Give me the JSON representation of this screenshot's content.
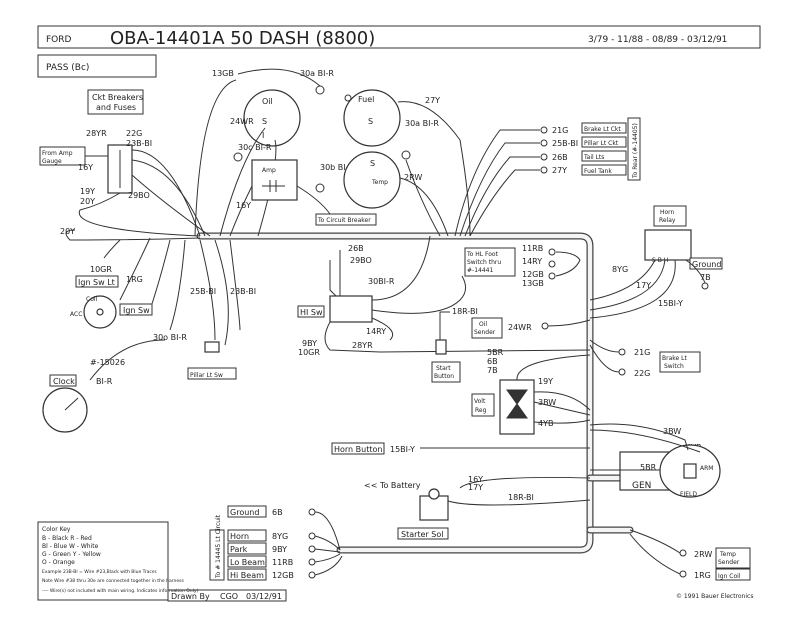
{
  "header": {
    "make": "FORD",
    "title": "OBA-14401A  50 DASH  (8800)",
    "dates": "3/79 - 11/88 - 08/89 - 03/12/91",
    "subtitle": "PASS (Bc)"
  },
  "labels": {
    "cb_line1": "Ckt Breakers",
    "cb_line2": "and Fuses",
    "amp_gauge_line1": "From Amp",
    "amp_gauge_line2": "Gauge",
    "ign_sw_lt": "Ign Sw Lt",
    "ign_sw": "Ign Sw",
    "coil": "Coil",
    "acc": "ACC",
    "clock": "Clock",
    "part_15026": "#-15026",
    "pillar_sw": "Pillar Lt Sw",
    "oil": "Oil",
    "fuel": "Fuel",
    "temp": "Temp",
    "amp": "Amp",
    "circuit_breaker": "To Circuit Breaker",
    "brake_lt_ckt": "Brake Lt Ckt",
    "pillar_lt_ckt": "Pillar Lt Ckt",
    "tail_lts": "Tail Lts",
    "fuel_tank": "Fuel Tank",
    "to_rear": "To Rear (#-14405)",
    "horn_relay_line1": "Horn",
    "horn_relay_line2": "Relay",
    "ground": "Ground",
    "hl_foot_sw_line1": "To HL Foot",
    "hl_foot_sw_line2": "Switch thru",
    "hl_foot_sw_line3": "#-14441",
    "hi_sw": "HI Sw",
    "oil_sender_line1": "Oil",
    "oil_sender_line2": "Sender",
    "start_btn_line1": "Start",
    "start_btn_line2": "Button",
    "brake_sw_line1": "Brake Lt",
    "brake_sw_line2": "Switch",
    "volt_reg_line1": "Volt",
    "volt_reg_line2": "Reg",
    "horn_button": "Horn Button",
    "to_battery": "<< To Battery",
    "starter_sol": "Starter Sol",
    "gen": "GEN",
    "field": "FIELD",
    "armature": "ARM",
    "temp_sender_line1": "Temp",
    "temp_sender_line2": "Sender",
    "ign_coil": "Ign Coil",
    "to_l4445": "To # 14445 Lt Circuit",
    "horn": "Horn",
    "park": "Park",
    "lo_beam": "Lo Beam",
    "hi_beam": "Hi Beam",
    "ground_bottom": "Ground",
    "drawn_by": "Drawn By",
    "drawn_initials": "CGO",
    "drawn_date": "03/12/91",
    "copyright": "© 1991 Bauer Electronics"
  },
  "wires": {
    "w13gb": "13GB",
    "w30a_bir_top": "30a BI-R",
    "w27y_top": "27Y",
    "w24wr": "24WR",
    "w30a_bir_oil": "30a BI-R",
    "w30c_bir": "30c BI-R",
    "w30b_bir": "30b BI-R",
    "w2rw": "2RW",
    "w16y_mid": "16Y",
    "w28yr": "28YR",
    "w22g": "22G",
    "w23b_bi": "23B-BI",
    "w16y": "16Y",
    "w19y": "19Y",
    "w20y": "20Y",
    "w29bo": "29BO",
    "w20y_low": "20Y",
    "w10gr": "10GR",
    "w1rg": "1RG",
    "w25b_bi": "25B-BI",
    "w23b_bi2": "23B-BI",
    "w30o_bir": "30o BI-R",
    "w_bir": "BI-R",
    "w21g": "21G",
    "w25b_bi_right": "25B-BI",
    "w26b": "26B",
    "w27y": "27Y",
    "w26b_mid": "26B",
    "w29bo_mid": "29BO",
    "w30b_bir_mid": "30BI-R",
    "w11rb": "11RB",
    "w14ry": "14RY",
    "w12gb": "12GB",
    "w13gb_right": "13GB",
    "w8yg": "8YG",
    "w7b": "7B",
    "w17y": "17Y",
    "w15bi_y": "15BI-Y",
    "w18r_bi": "18R-BI",
    "w14ry_mid": "14RY",
    "w9by": "9BY",
    "w10gr_mid": "10GR",
    "w28yr_mid": "28YR",
    "w24wr_right": "24WR",
    "w21g_right": "21G",
    "w22g_right": "22G",
    "w5br": "5BR",
    "w6b": "6B",
    "w7b_mid": "7B",
    "w19y_reg": "19Y",
    "w3bw_reg": "3BW",
    "w4yb_reg": "4YB",
    "w3bw": "3BW",
    "w4yb": "4YB",
    "w5br_gen": "5BR",
    "w15bi_y_horn": "15BI-Y",
    "w16y_bat": "16Y",
    "w17y_bat": "17Y",
    "w18r_bi_sol": "18R-BI",
    "w6b_gnd": "6B",
    "w8yg_b": "8YG",
    "w9by_b": "9BY",
    "w11rb_b": "11RB",
    "w12gb_b": "12GB",
    "w2rw_b": "2RW",
    "w1rg_b": "1RG"
  },
  "color_key": {
    "title": "Color Key",
    "line1": "B - Black    R - Red",
    "line2": "Bl - Blue    W - White",
    "line3": "G - Green    Y - Yellow",
    "line4": "O - Orange",
    "example": "Example 23B-Bl = Wire #23,Black with Blue Tracer.",
    "note": "Note  Wire #38 thru 30e are connected together in the harness",
    "legend": "---- Wire(s) not included with main wiring. Indicates information Only)"
  }
}
